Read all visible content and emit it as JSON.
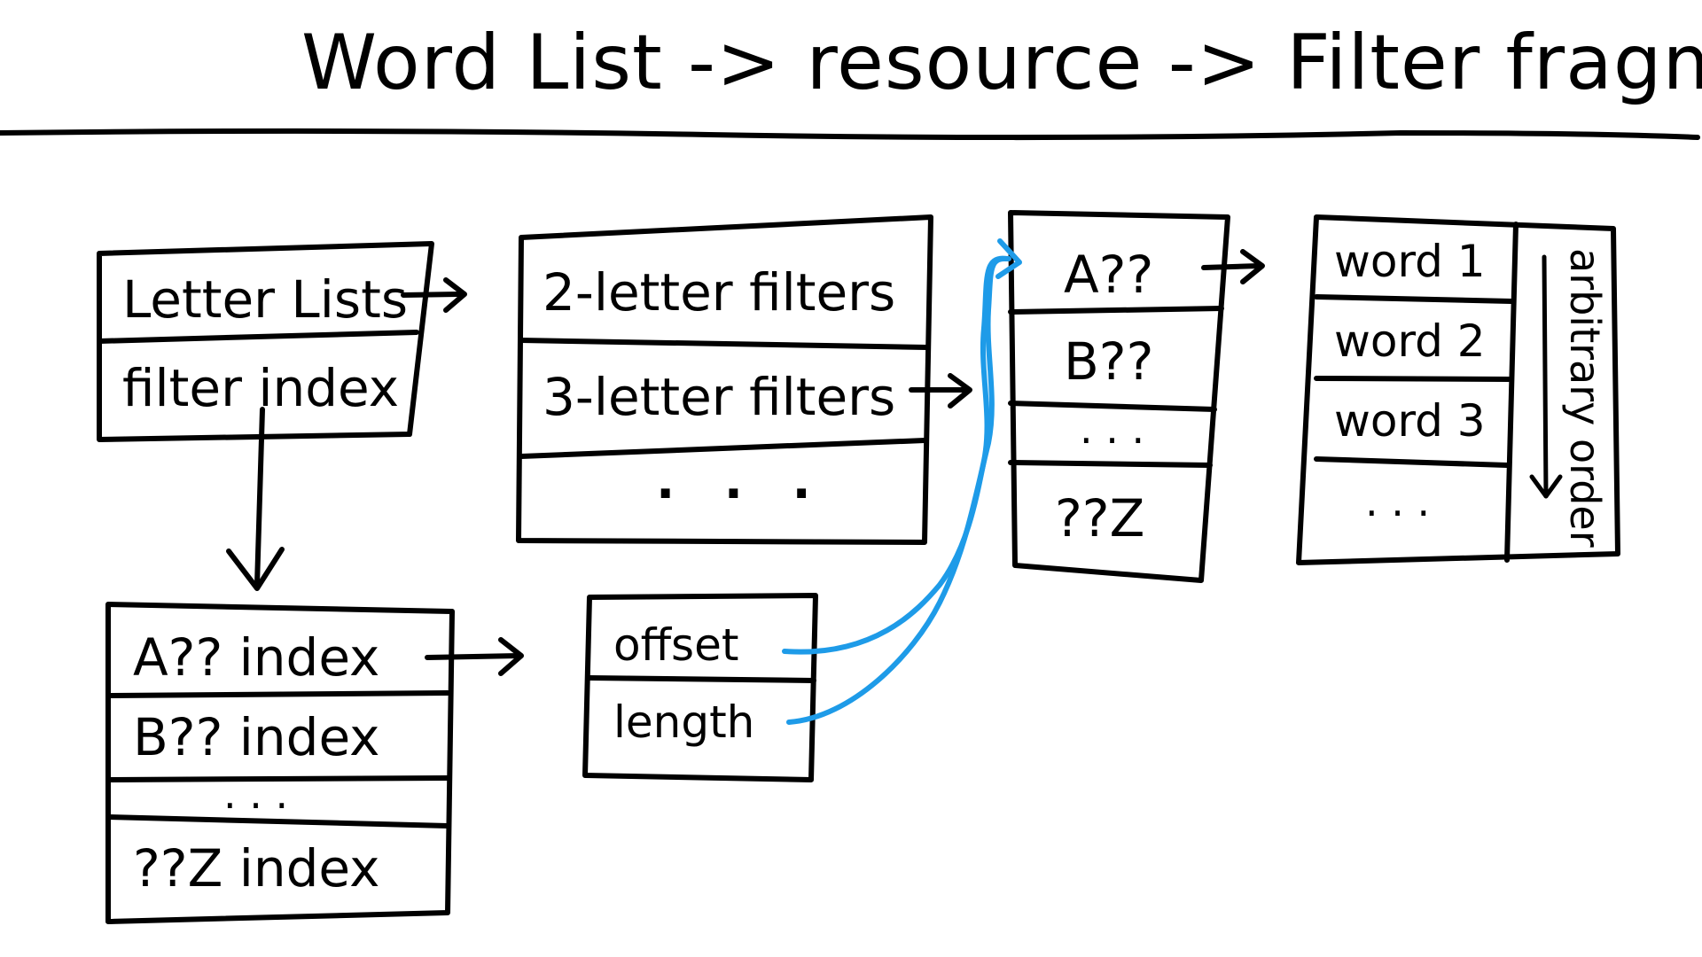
{
  "title": "Word List -> resource -> Filter fragments",
  "colors": {
    "ink": "#000000",
    "link": "#1e9be8",
    "background": "#ffffff"
  },
  "resource": {
    "rows": [
      "Letter Lists",
      "filter index"
    ]
  },
  "letter_lists": {
    "rows": [
      "2-letter filters",
      "3-letter filters",
      ". . ."
    ]
  },
  "filter_index": {
    "rows": [
      "A?? index",
      "B?? index",
      ". . .",
      "??Z index"
    ]
  },
  "index_entry": {
    "rows": [
      "offset",
      "length"
    ]
  },
  "filter_fragments": {
    "rows": [
      "A??",
      "B??",
      ". . .",
      "??Z"
    ]
  },
  "word_list": {
    "rows": [
      "word 1",
      "word 2",
      "word 3",
      ". . ."
    ],
    "order_label": "arbitrary order"
  }
}
